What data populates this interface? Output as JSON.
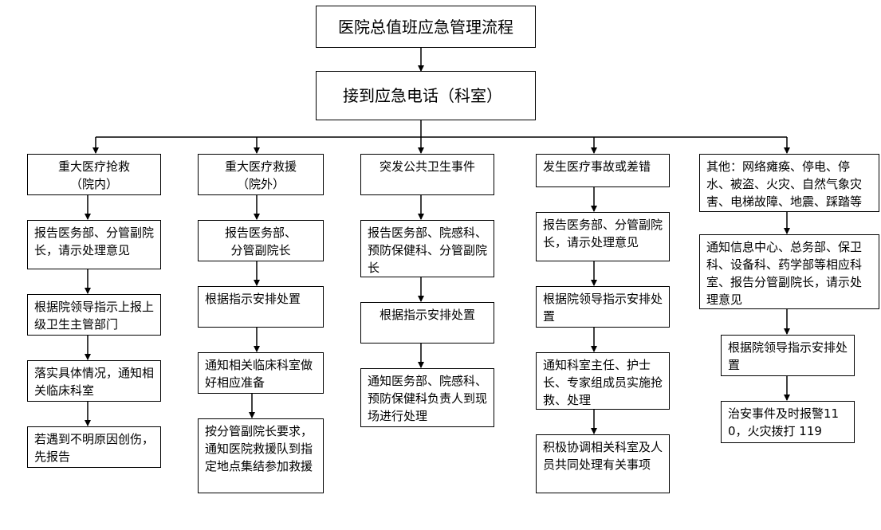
{
  "title": "医院总值班应急管理流程",
  "root": "接到应急电话（科室）",
  "columns": [
    {
      "header": "重大医疗抢救\n（院内）",
      "steps": [
        "报告医务部、分管副院长，请示处理意见",
        "根据院领导指示上报上级卫生主管部门",
        "落实具体情况，通知相关临床科室",
        "若遇到不明原因创伤，先报告"
      ]
    },
    {
      "header": "重大医疗救援\n（院外）",
      "steps": [
        "报告医务部、\n分管副院长",
        "根据指示安排处置",
        "通知相关临床科室做好相应准备",
        "按分管副院长要求，通知医院救援队到指定地点集结参加救援"
      ]
    },
    {
      "header": "突发公共卫生事件",
      "steps": [
        "报告医务部、院感科、预防保健科、分管副院长",
        "根据指示安排处置",
        "通知医务部、院感科、预防保健科负责人到现场进行处理"
      ]
    },
    {
      "header": "发生医疗事故或差错",
      "steps": [
        "报告医务部、分管副院长，请示处理意见",
        "根据院领导指示安排处置",
        "通知科室主任、护士长、专家组成员实施抢救、处理",
        "积极协调相关科室及人员共同处理有关事项"
      ]
    },
    {
      "header": "其他：网络瘫痪、停电、停水、被盗、火灾、自然气象灾害、电梯故障、地震、踩踏等",
      "steps": [
        "通知信息中心、总务部、保卫科、设备科、药学部等相应科室、报告分管副院长，请示处理意见",
        "根据院领导指示安排处置",
        "治安事件及时报警110，火灾拨打 119"
      ]
    }
  ]
}
